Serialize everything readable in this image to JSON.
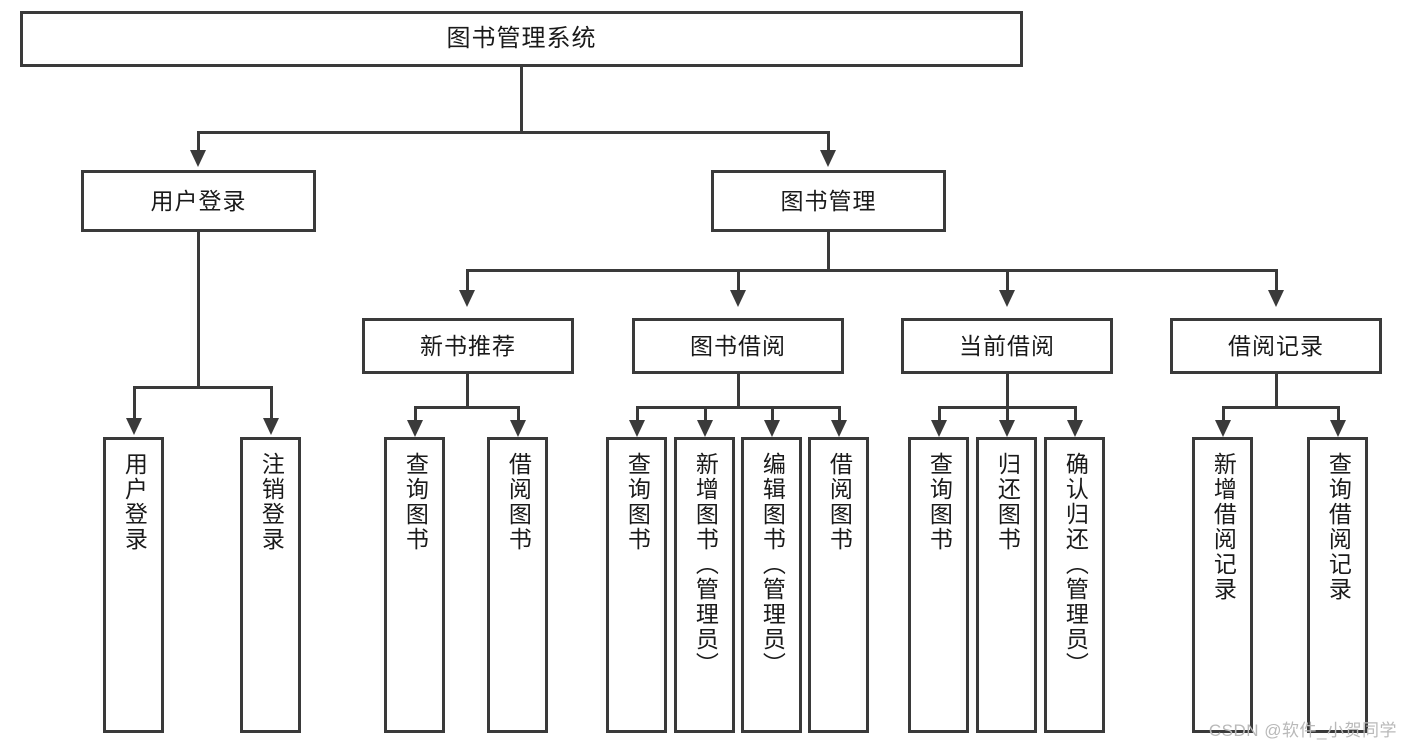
{
  "diagram": {
    "type": "tree-hierarchy",
    "title": "图书管理系统",
    "root": {
      "label": "图书管理系统"
    },
    "level2": [
      {
        "label": "用户登录"
      },
      {
        "label": "图书管理"
      }
    ],
    "level3": [
      {
        "label": "新书推荐"
      },
      {
        "label": "图书借阅"
      },
      {
        "label": "当前借阅"
      },
      {
        "label": "借阅记录"
      }
    ],
    "leaves": {
      "user_login": [
        {
          "label": "用户登录"
        },
        {
          "label": "注销登录"
        }
      ],
      "new_book_recommend": [
        {
          "label": "查询图书"
        },
        {
          "label": "借阅图书"
        }
      ],
      "book_borrow": [
        {
          "label": "查询图书"
        },
        {
          "label": "新增图书（管理员）"
        },
        {
          "label": "编辑图书（管理员）"
        },
        {
          "label": "借阅图书"
        }
      ],
      "current_borrow": [
        {
          "label": "查询图书"
        },
        {
          "label": "归还图书"
        },
        {
          "label": "确认归还（管理员）"
        }
      ],
      "borrow_record": [
        {
          "label": "新增借阅记录"
        },
        {
          "label": "查询借阅记录"
        }
      ]
    }
  },
  "watermark": {
    "text": "CSDN @软件_小贺同学"
  },
  "colors": {
    "stroke": "#3a3a3a",
    "text": "#1a1a1a",
    "background": "#ffffff",
    "watermark": "#b9b9b9"
  }
}
